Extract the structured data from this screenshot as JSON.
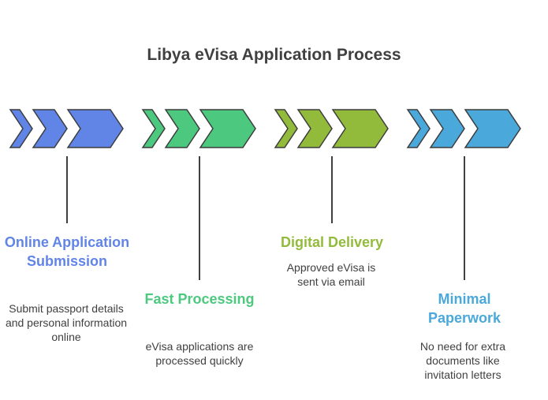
{
  "diagram": {
    "title": "Libya eVisa Application Process",
    "stages": [
      {
        "title": "Online Application Submission",
        "description": "Submit passport details and personal information online",
        "color": "#6184e7"
      },
      {
        "title": "Fast Processing",
        "description": "eVisa applications are processed quickly",
        "color": "#4cc97f"
      },
      {
        "title": "Digital Delivery",
        "description": "Approved eVisa is sent via email",
        "color": "#93bb3b"
      },
      {
        "title": "Minimal Paperwork",
        "description": "No need for extra documents like invitation letters",
        "color": "#4aa8da"
      }
    ]
  }
}
